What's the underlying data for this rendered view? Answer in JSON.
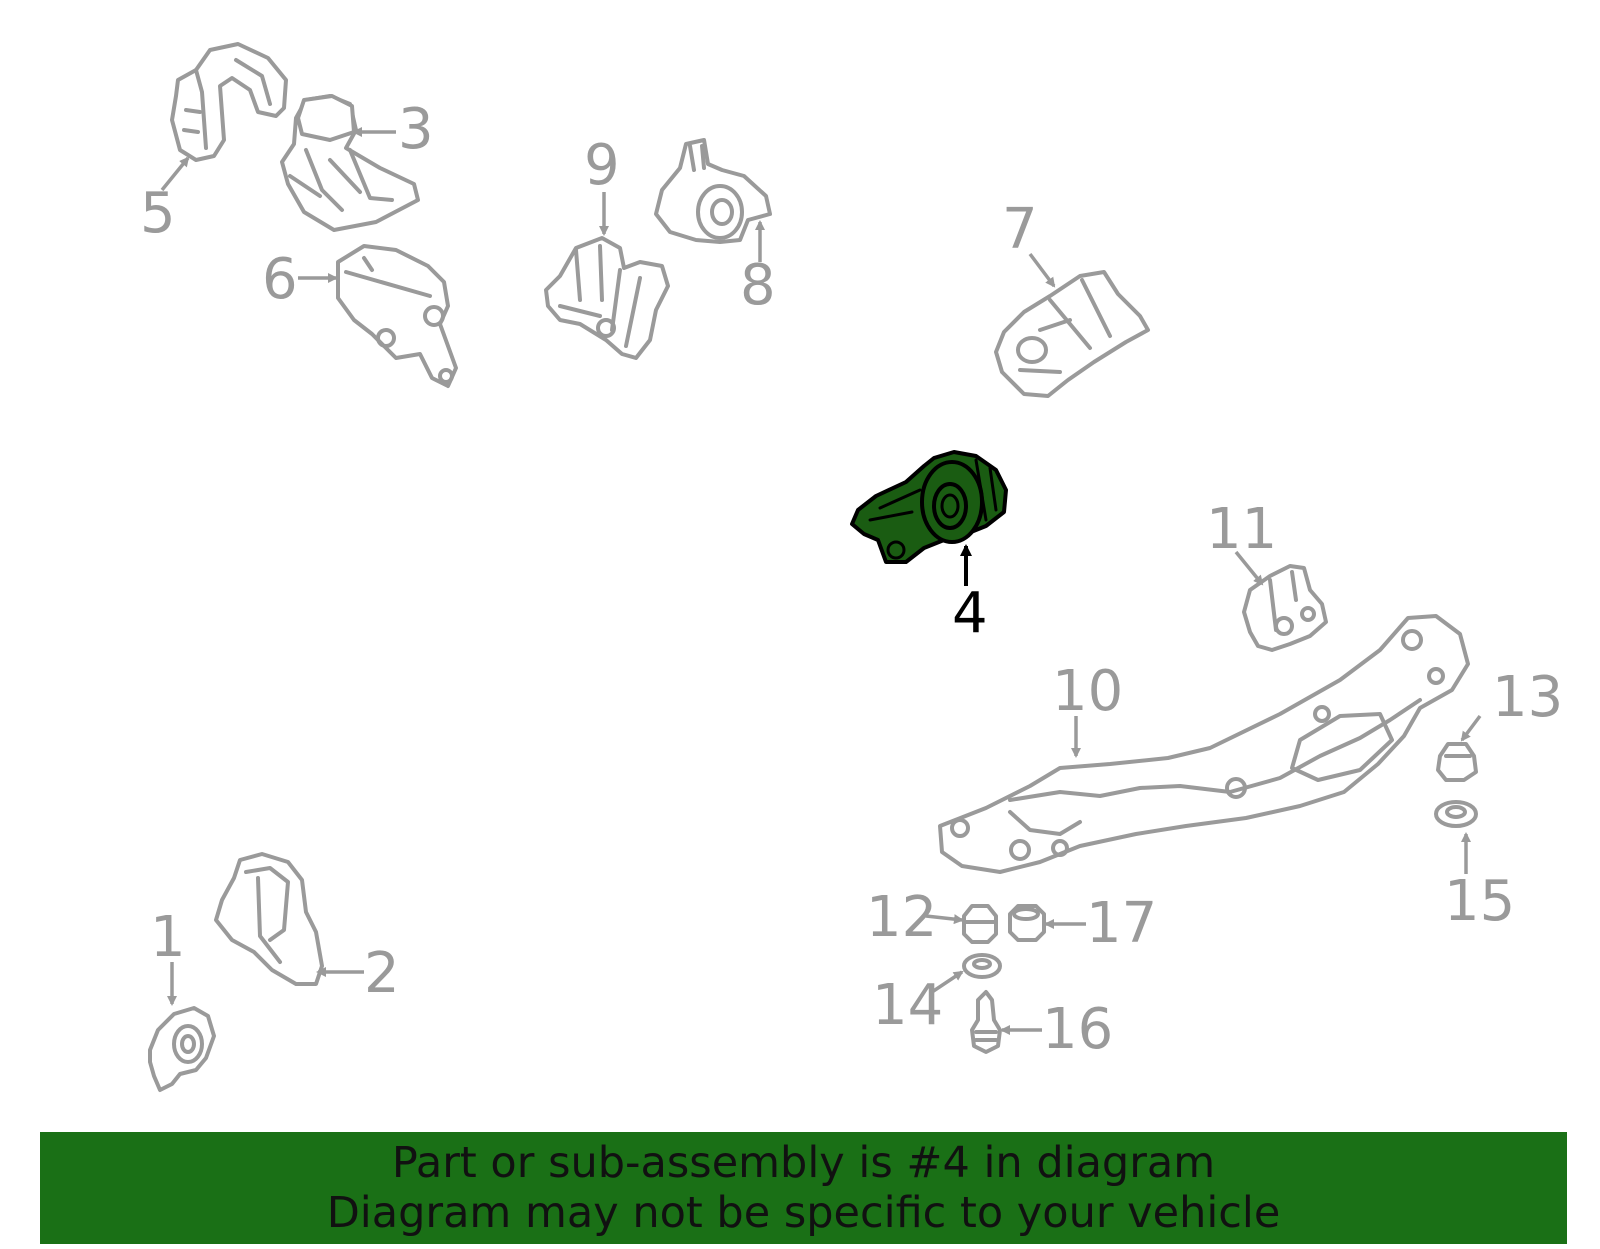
{
  "highlighted_part": "4",
  "callouts": {
    "c1": "1",
    "c2": "2",
    "c3": "3",
    "c4": "4",
    "c5": "5",
    "c6": "6",
    "c7": "7",
    "c8": "8",
    "c9": "9",
    "c10": "10",
    "c11": "11",
    "c12": "12",
    "c13": "13",
    "c14": "14",
    "c15": "15",
    "c16": "16",
    "c17": "17"
  },
  "banner": {
    "line1": "Part or sub-assembly is #4 in diagram",
    "line2": "Diagram may not be specific to your vehicle"
  },
  "colors": {
    "highlight_fill": "#1a5c12",
    "part_line": "#9a9a9a",
    "banner_bg": "#1a7016"
  }
}
